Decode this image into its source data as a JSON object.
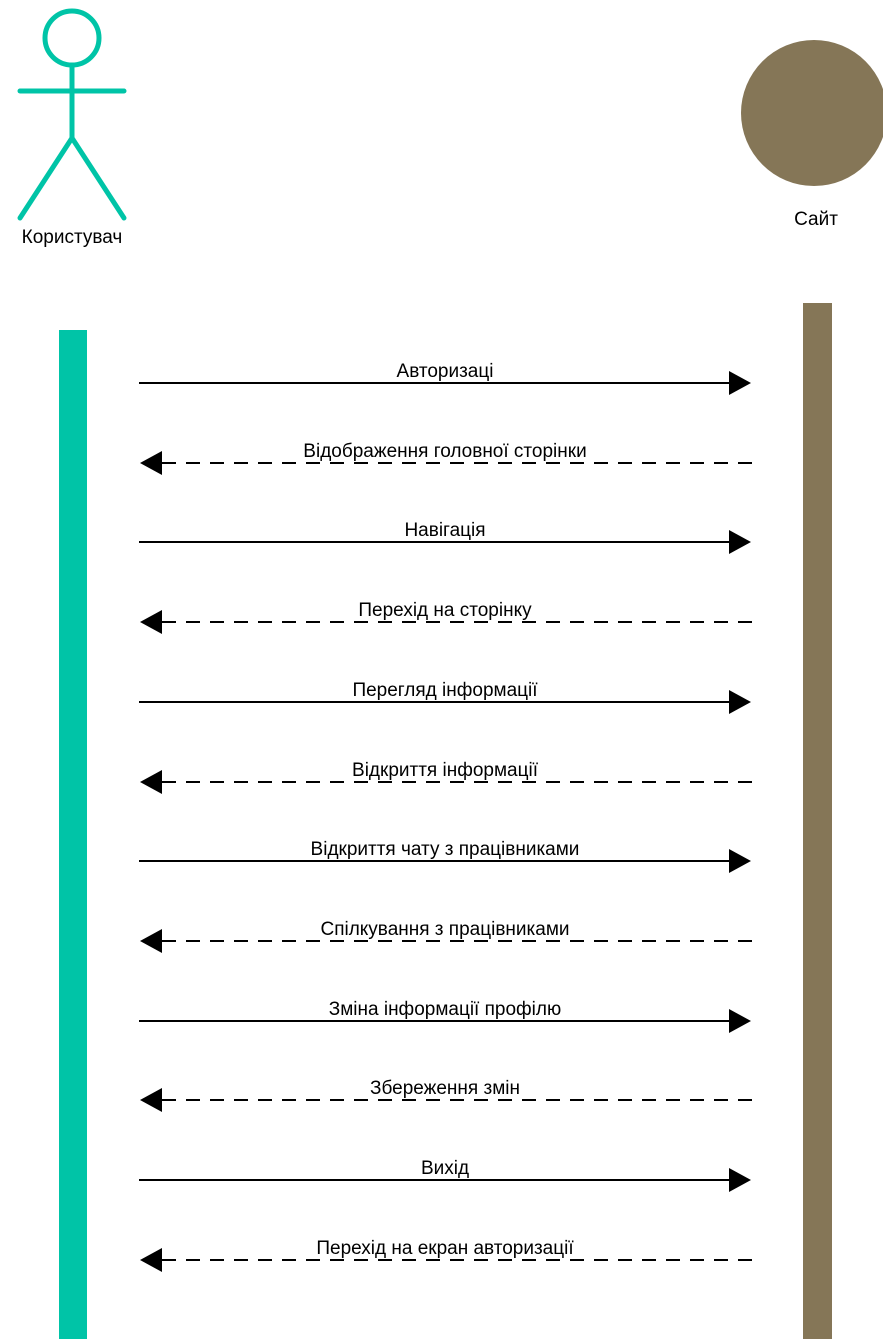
{
  "participants": {
    "user": {
      "label": "Користувач",
      "color": "#00C4A7"
    },
    "site": {
      "label": "Сайт",
      "color": "#857657"
    }
  },
  "messages": [
    {
      "label": "Авторизаці",
      "direction": "request"
    },
    {
      "label": "Відображення головної сторінки",
      "direction": "response"
    },
    {
      "label": "Навігація",
      "direction": "request"
    },
    {
      "label": "Перехід на сторінку",
      "direction": "response"
    },
    {
      "label": "Перегляд інформації",
      "direction": "request"
    },
    {
      "label": "Відкриття інформації",
      "direction": "response"
    },
    {
      "label": "Відкриття чату з працівниками",
      "direction": "request"
    },
    {
      "label": "Спілкування з працівниками",
      "direction": "response"
    },
    {
      "label": "Зміна інформації профілю",
      "direction": "request"
    },
    {
      "label": "Збереження змін",
      "direction": "response"
    },
    {
      "label": "Вихід",
      "direction": "request"
    },
    {
      "label": "Перехід на екран авторизації",
      "direction": "response"
    }
  ]
}
